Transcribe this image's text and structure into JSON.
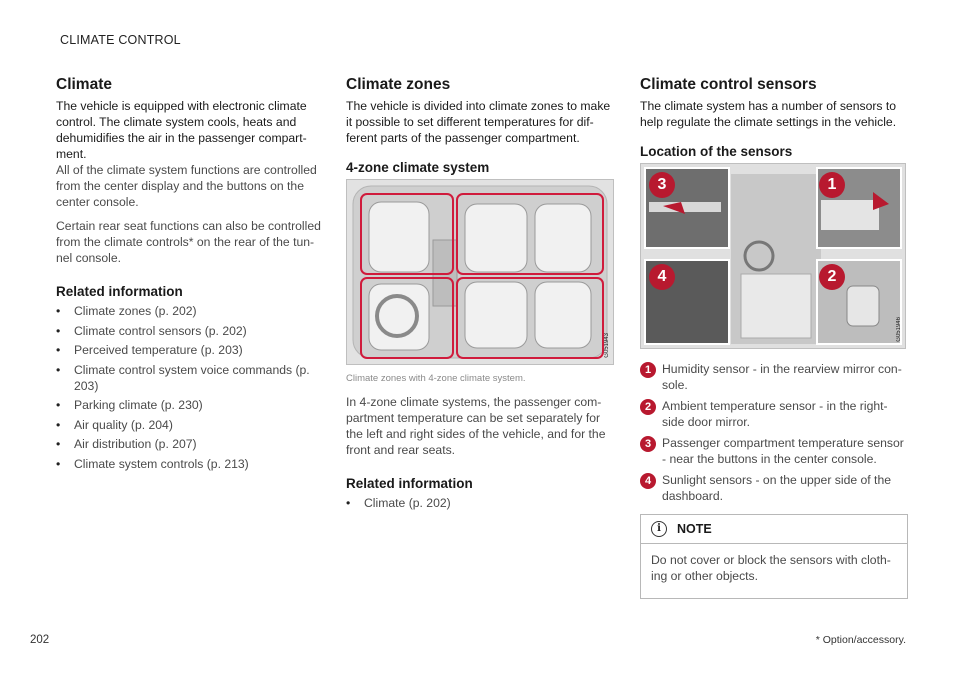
{
  "header": {
    "section": "CLIMATE CONTROL"
  },
  "climate": {
    "title": "Climate",
    "lead": "The vehicle is equipped with electronic climate control. The climate system cools, heats and dehumidifies the air in the passenger compart- ment.",
    "p1": "All of the climate system functions are controlled from the center display and the buttons on the center console.",
    "p2": "Certain rear seat functions can also be controlled from the climate controls* on the rear of the tun- nel console.",
    "related_title": "Related information",
    "related": [
      "Climate zones (p. 202)",
      "Climate control sensors (p. 202)",
      "Perceived temperature (p. 203)",
      "Climate control system voice commands (p. 203)",
      "Parking climate (p. 230)",
      "Air quality (p. 204)",
      "Air distribution (p. 207)",
      "Climate system controls (p. 213)"
    ]
  },
  "zones": {
    "title": "Climate zones",
    "lead": "The vehicle is divided into climate zones to make it possible to set different temperatures for dif- ferent parts of the passenger compartment.",
    "sub_title": "4-zone climate system",
    "image_code": "G051943",
    "caption": "Climate zones with 4-zone climate system.",
    "body": "In 4-zone climate systems, the passenger com- partment temperature can be set separately for the left and right sides of the vehicle, and for the front and rear seats.",
    "related_title": "Related information",
    "related": [
      "Climate (p. 202)"
    ]
  },
  "sensors": {
    "title": "Climate control sensors",
    "lead": "The climate system has a number of sensors to help regulate the climate settings in the vehicle.",
    "sub_title": "Location of the sensors",
    "image_code": "G051946",
    "items": [
      {
        "num": "1",
        "text": "Humidity sensor - in the rearview mirror con- sole."
      },
      {
        "num": "2",
        "text": "Ambient temperature sensor - in the right- side door mirror."
      },
      {
        "num": "3",
        "text": "Passenger compartment temperature sensor - near the buttons in the center console."
      },
      {
        "num": "4",
        "text": "Sunlight sensors - on the upper side of the dashboard."
      }
    ],
    "note_title": "NOTE",
    "note_text": "Do not cover or block the sensors with cloth- ing or other objects."
  },
  "footer": {
    "page": "202",
    "footnote": "* Option/accessory."
  },
  "colors": {
    "accent": "#b8192f",
    "zone_outline": "#d01b3c"
  }
}
